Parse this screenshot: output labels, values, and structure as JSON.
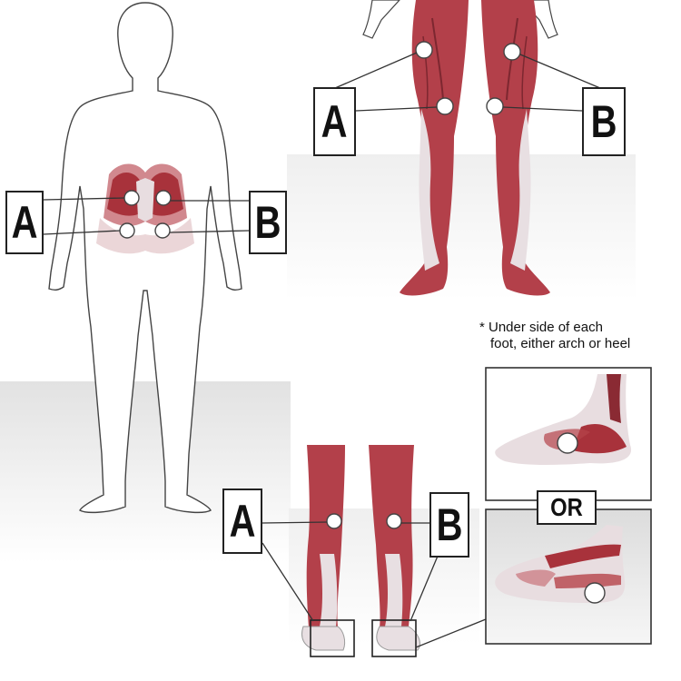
{
  "labels": {
    "a": "A",
    "b": "B",
    "or": "OR"
  },
  "note": {
    "line1": "* Under side of  each",
    "line2": "foot, either arch or heel"
  },
  "colors": {
    "muscle": "#b5434a",
    "muscle_dark": "#8a2a33",
    "tendon": "#e9dfe2",
    "outline": "#444444",
    "panel_bg": "#e8e8e8",
    "marker_fill": "#ffffff"
  }
}
